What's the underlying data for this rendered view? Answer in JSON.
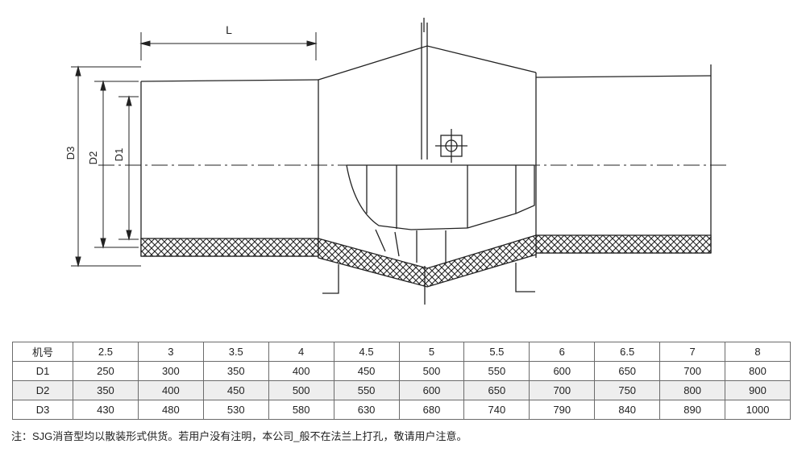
{
  "drawing": {
    "dimension_labels": {
      "length": "L",
      "d1": "D1",
      "d2": "D2",
      "d3": "D3"
    }
  },
  "table": {
    "header": {
      "label": "机号",
      "values": [
        "2.5",
        "3",
        "3.5",
        "4",
        "4.5",
        "5",
        "5.5",
        "6",
        "6.5",
        "7",
        "8"
      ]
    },
    "rows": [
      {
        "label": "D1",
        "values": [
          "250",
          "300",
          "350",
          "400",
          "450",
          "500",
          "550",
          "600",
          "650",
          "700",
          "800"
        ]
      },
      {
        "label": "D2",
        "values": [
          "350",
          "400",
          "450",
          "500",
          "550",
          "600",
          "650",
          "700",
          "750",
          "800",
          "900"
        ]
      },
      {
        "label": "D3",
        "values": [
          "430",
          "480",
          "530",
          "580",
          "630",
          "680",
          "740",
          "790",
          "840",
          "890",
          "1000"
        ]
      }
    ]
  },
  "note": "注：SJG消音型均以散装形式供货。若用户没有注明，本公司_般不在法兰上打孔，敬请用户注意。"
}
